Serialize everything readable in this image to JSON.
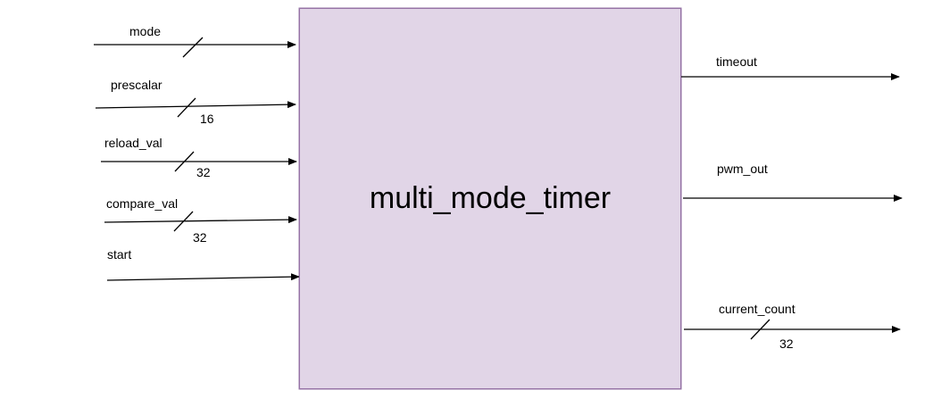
{
  "block": {
    "title": "multi_mode_timer",
    "fill_color": "#e1d5e7",
    "border_color": "#9673a6"
  },
  "inputs": [
    {
      "name": "mode",
      "width": ""
    },
    {
      "name": "prescalar",
      "width": "16"
    },
    {
      "name": "reload_val",
      "width": "32"
    },
    {
      "name": "compare_val",
      "width": "32"
    },
    {
      "name": "start",
      "width": ""
    }
  ],
  "outputs": [
    {
      "name": "timeout",
      "width": ""
    },
    {
      "name": "pwm_out",
      "width": ""
    },
    {
      "name": "current_count",
      "width": "32"
    }
  ],
  "line_color": "#000000"
}
